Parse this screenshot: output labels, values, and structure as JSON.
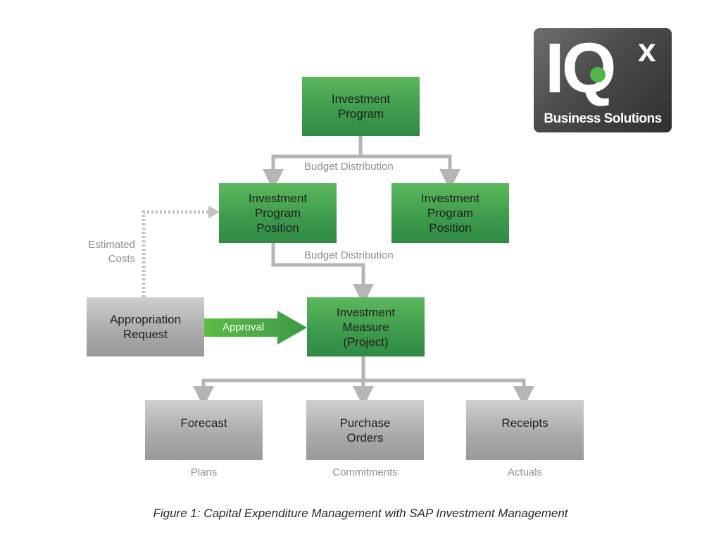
{
  "nodes": {
    "investment_program": "Investment\nProgram",
    "position_left": "Investment\nProgram\nPosition",
    "position_right": "Investment\nProgram\nPosition",
    "measure": "Investment\nMeasure\n(Project)",
    "appropriation": "Appropriation\nRequest",
    "forecast": "Forecast",
    "purchase_orders": "Purchase\nOrders",
    "receipts": "Receipts"
  },
  "labels": {
    "budget_distribution_1": "Budget Distribution",
    "budget_distribution_2": "Budget Distribution",
    "estimated_costs": "Estimated\nCosts",
    "approval": "Approval",
    "plans": "Plans",
    "commitments": "Commitments",
    "actuals": "Actuals"
  },
  "logo": {
    "mark": "IQ",
    "superscript": "x",
    "tagline": "Business Solutions"
  },
  "caption": "Figure 1: Capital Expenditure Management with SAP Investment Management",
  "colors": {
    "green": "#3f9c4d",
    "grey_box": "#a9a9a9",
    "connector": "#b5b5b5",
    "label_text": "#8f8f8f"
  }
}
